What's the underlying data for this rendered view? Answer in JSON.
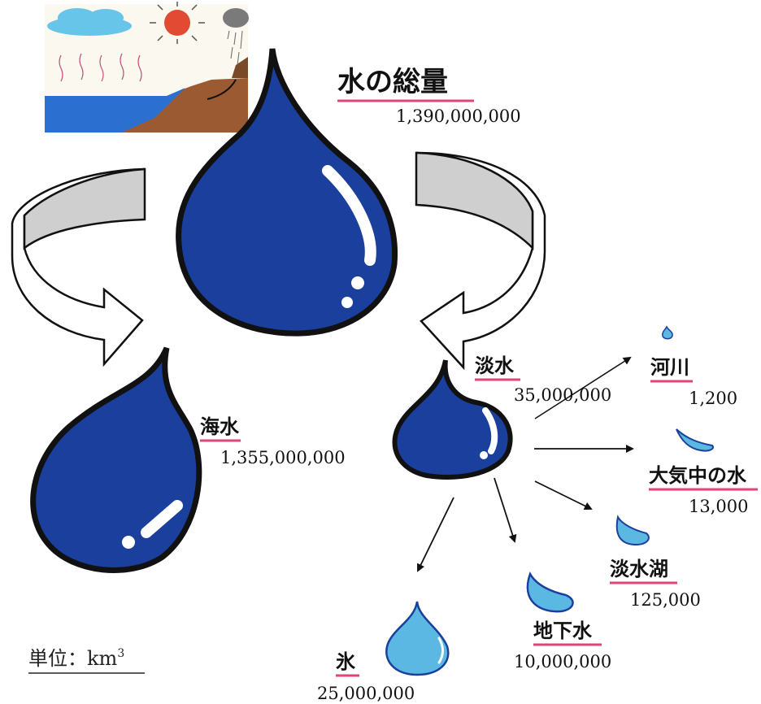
{
  "title": "水の総量",
  "total": "1,390,000,000",
  "seawater": {
    "label": "海水",
    "value": "1,355,000,000"
  },
  "freshwater": {
    "label": "淡水",
    "value": "35,000,000"
  },
  "rivers": {
    "label": "河川",
    "value": "1,200"
  },
  "atmosphere": {
    "label": "大気中の水",
    "value": "13,000"
  },
  "lakes": {
    "label": "淡水湖",
    "value": "125,000"
  },
  "groundwater": {
    "label": "地下水",
    "value": "10,000,000"
  },
  "ice": {
    "label": "氷",
    "value": "25,000,000"
  },
  "unit": {
    "label": "単位：km",
    "superscript": "3"
  },
  "colors": {
    "drop_dark": "#1b3f9c",
    "drop_light": "#5bb8e2",
    "underline": "#e0457a",
    "arrow_fill": "#cfcfcf"
  }
}
